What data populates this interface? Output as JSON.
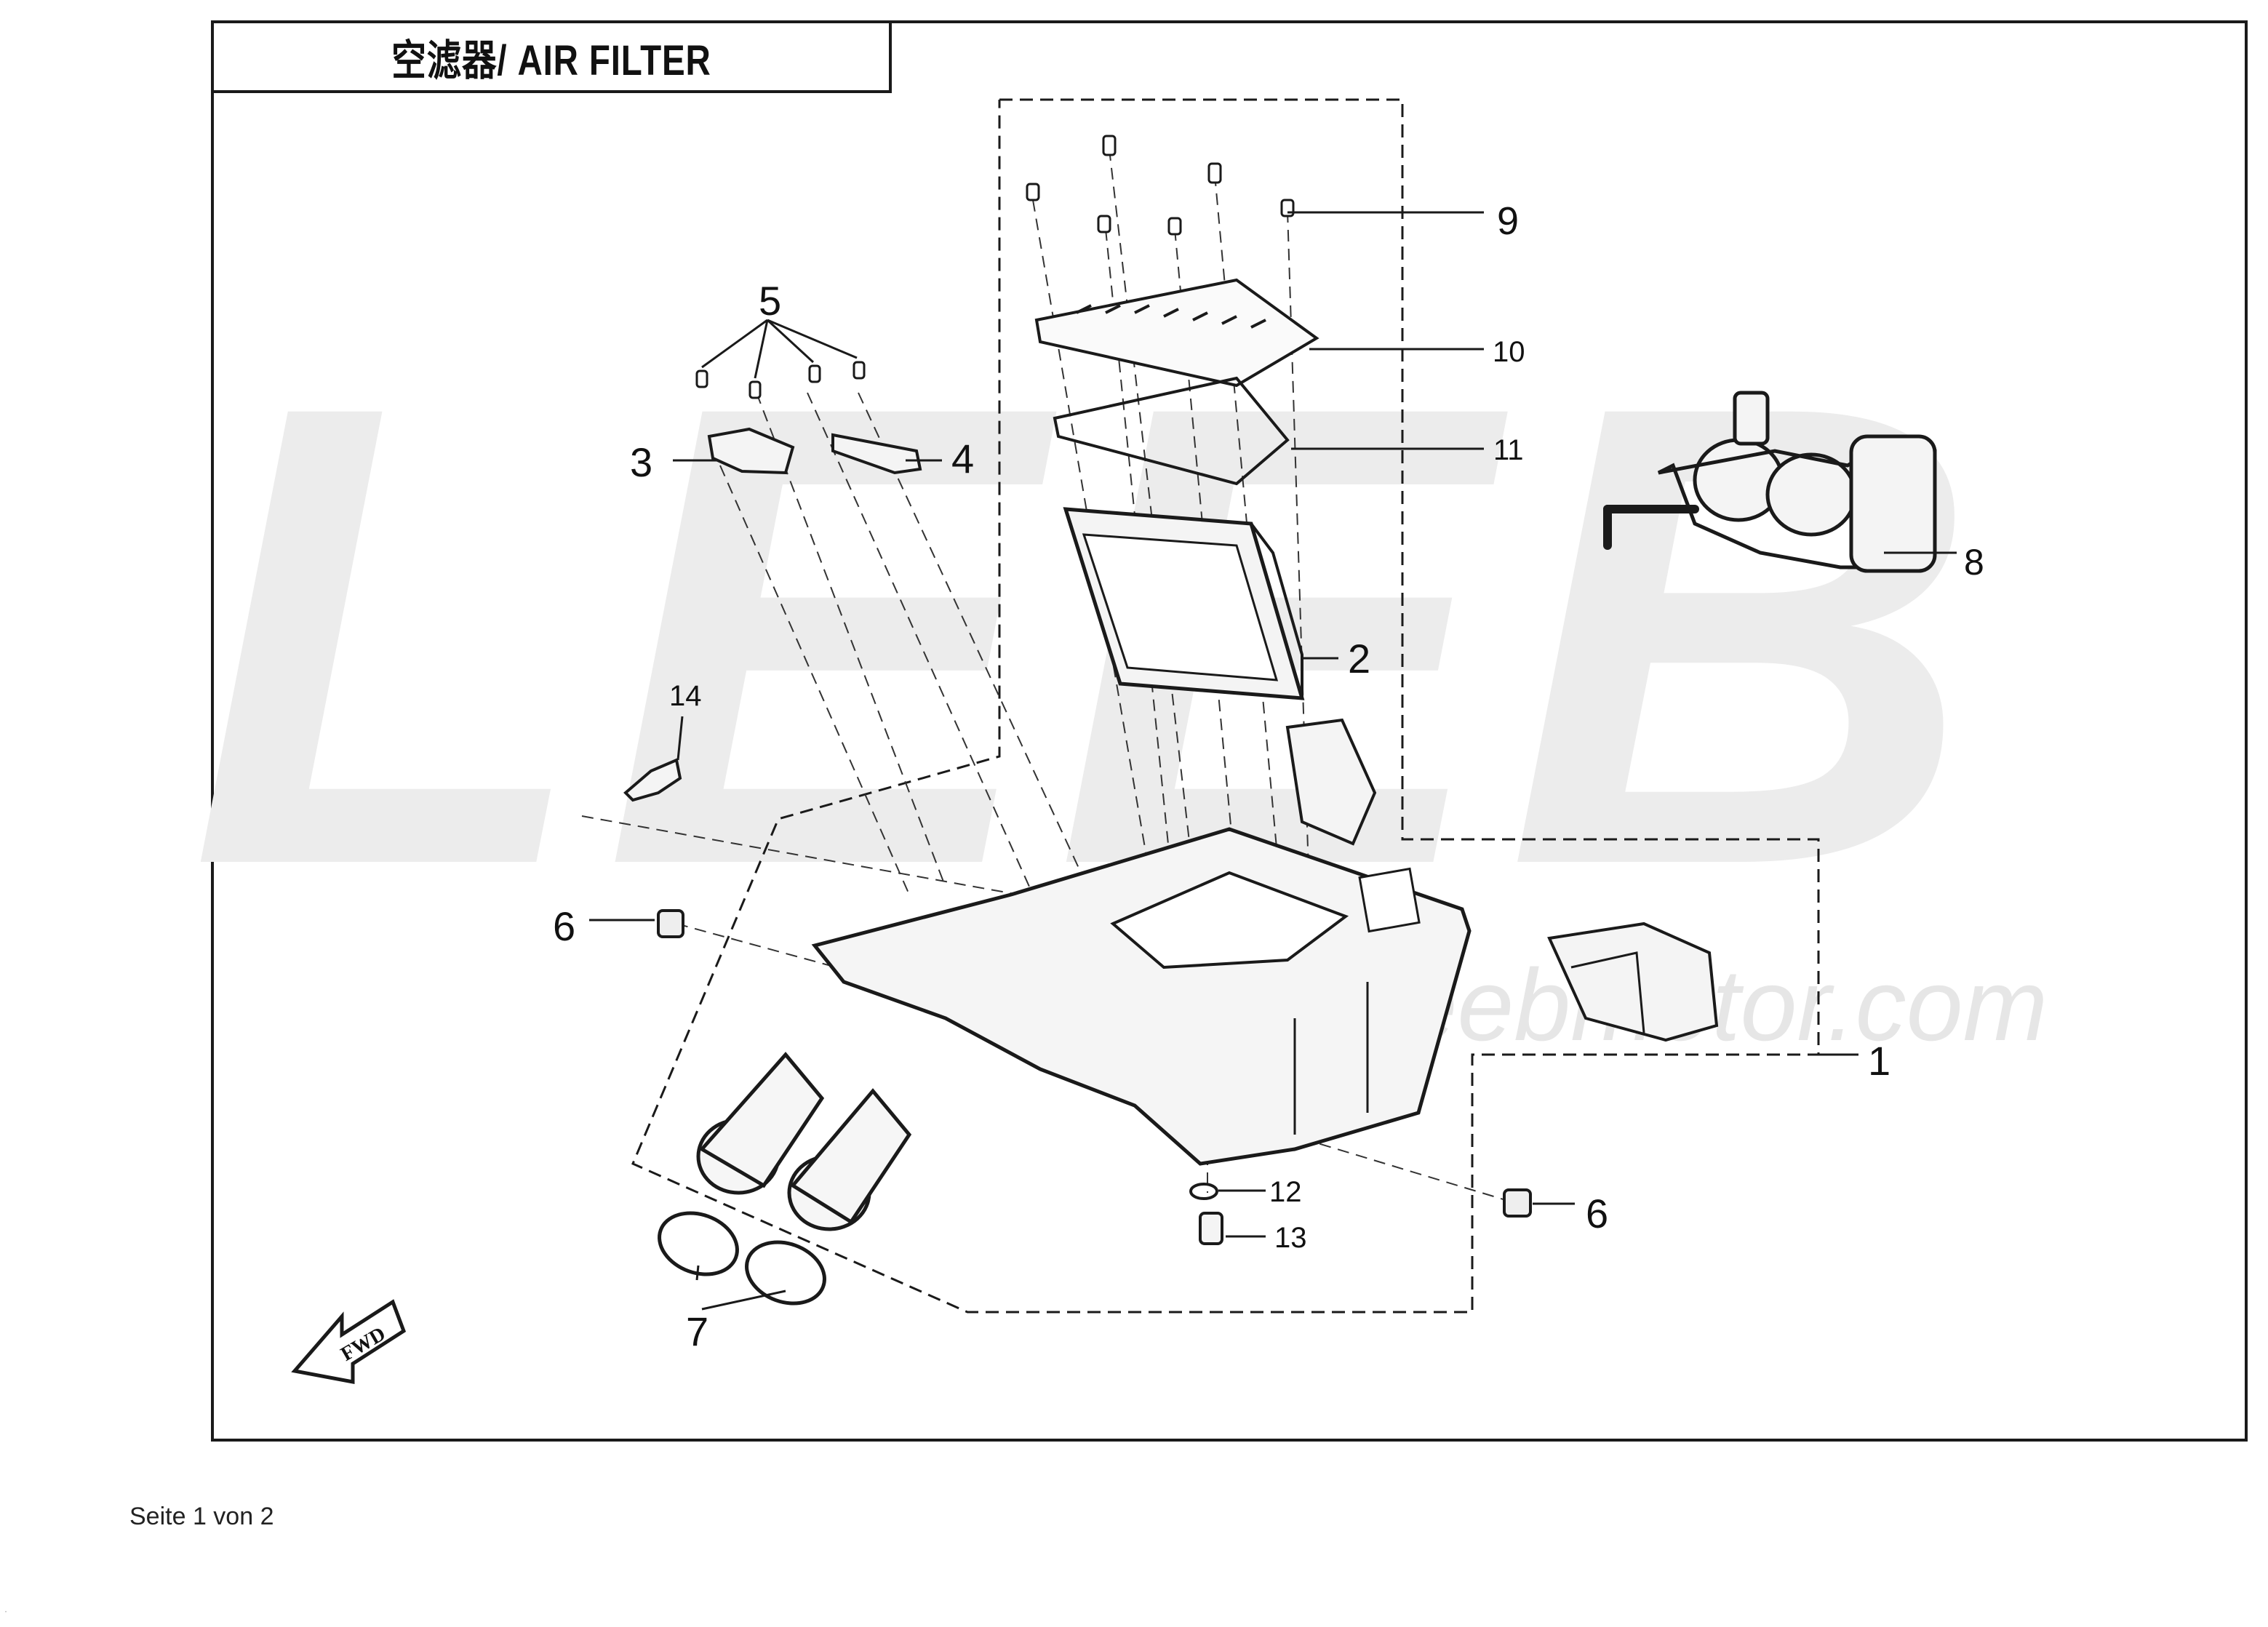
{
  "title": "空滤器/ AIR FILTER",
  "watermark": {
    "logo": "LEEB",
    "url": "www.leebmotor.com"
  },
  "fwd_arrow_label": "FWD",
  "callouts": {
    "c1": "1",
    "c2": "2",
    "c3": "3",
    "c4": "4",
    "c5": "5",
    "c6a": "6",
    "c6b": "6",
    "c7": "7",
    "c8": "8",
    "c9": "9",
    "c10": "10",
    "c11": "11",
    "c12": "12",
    "c13": "13",
    "c14": "14"
  },
  "footer": "Seite 1 von 2",
  "corner_mark": "·",
  "colors": {
    "line": "#1a1a1a",
    "watermark": "#ececec",
    "part_fill": "#f7f7f7"
  }
}
